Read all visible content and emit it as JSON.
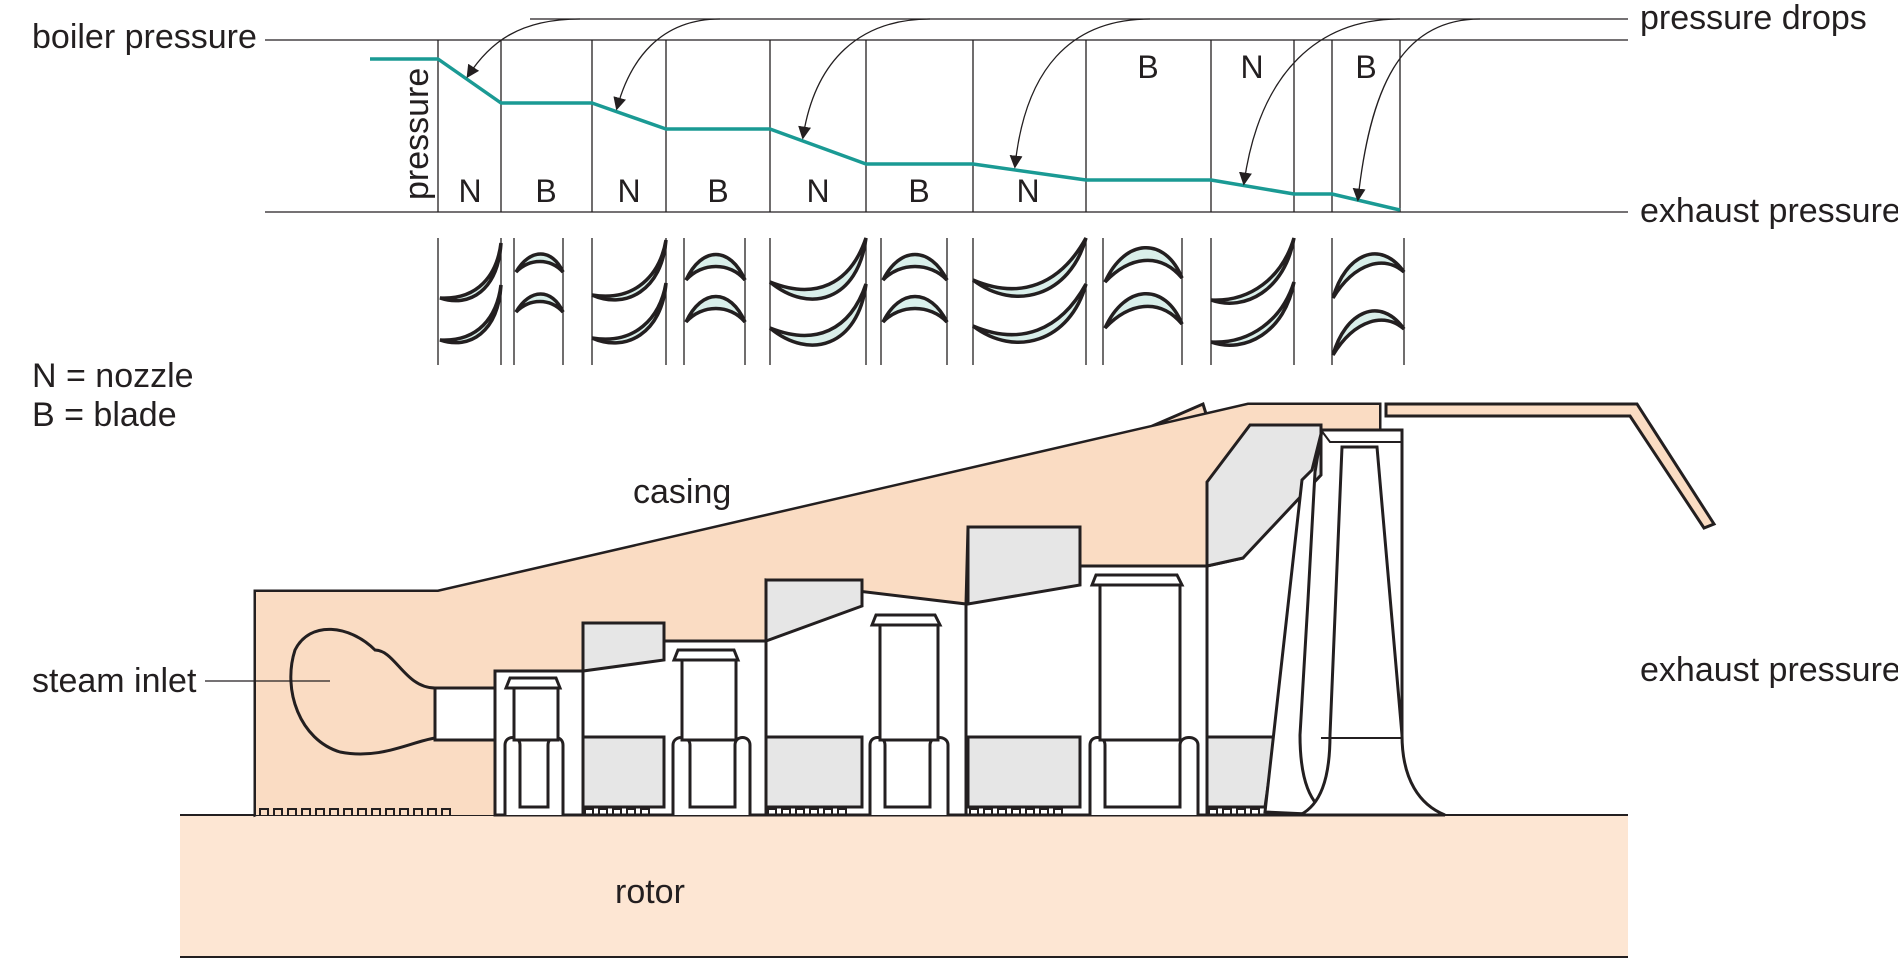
{
  "labels": {
    "boiler_pressure": "boiler pressure",
    "pressure_drops": "pressure drops",
    "exhaust_pressure_top": "exhaust pressure",
    "exhaust_pressure_side": "exhaust pressure",
    "pressure_axis": "pressure",
    "legend_n": "N = nozzle",
    "legend_b": "B = blade",
    "casing": "casing",
    "steam_inlet": "steam inlet",
    "rotor": "rotor"
  },
  "stages": [
    {
      "letter": "N",
      "position": "bottom"
    },
    {
      "letter": "B",
      "position": "bottom"
    },
    {
      "letter": "N",
      "position": "bottom"
    },
    {
      "letter": "B",
      "position": "bottom"
    },
    {
      "letter": "N",
      "position": "bottom"
    },
    {
      "letter": "B",
      "position": "bottom"
    },
    {
      "letter": "N",
      "position": "bottom"
    },
    {
      "letter": "B",
      "position": "top"
    },
    {
      "letter": "N",
      "position": "top"
    },
    {
      "letter": "B",
      "position": "top"
    }
  ],
  "colors": {
    "pressure_line": "#1a9a94",
    "casing": "#fadcc3",
    "rotor": "#fde6d3",
    "blade_fill": "#d9efea",
    "grey_block": "#e6e6e6",
    "ink": "#231f20"
  }
}
